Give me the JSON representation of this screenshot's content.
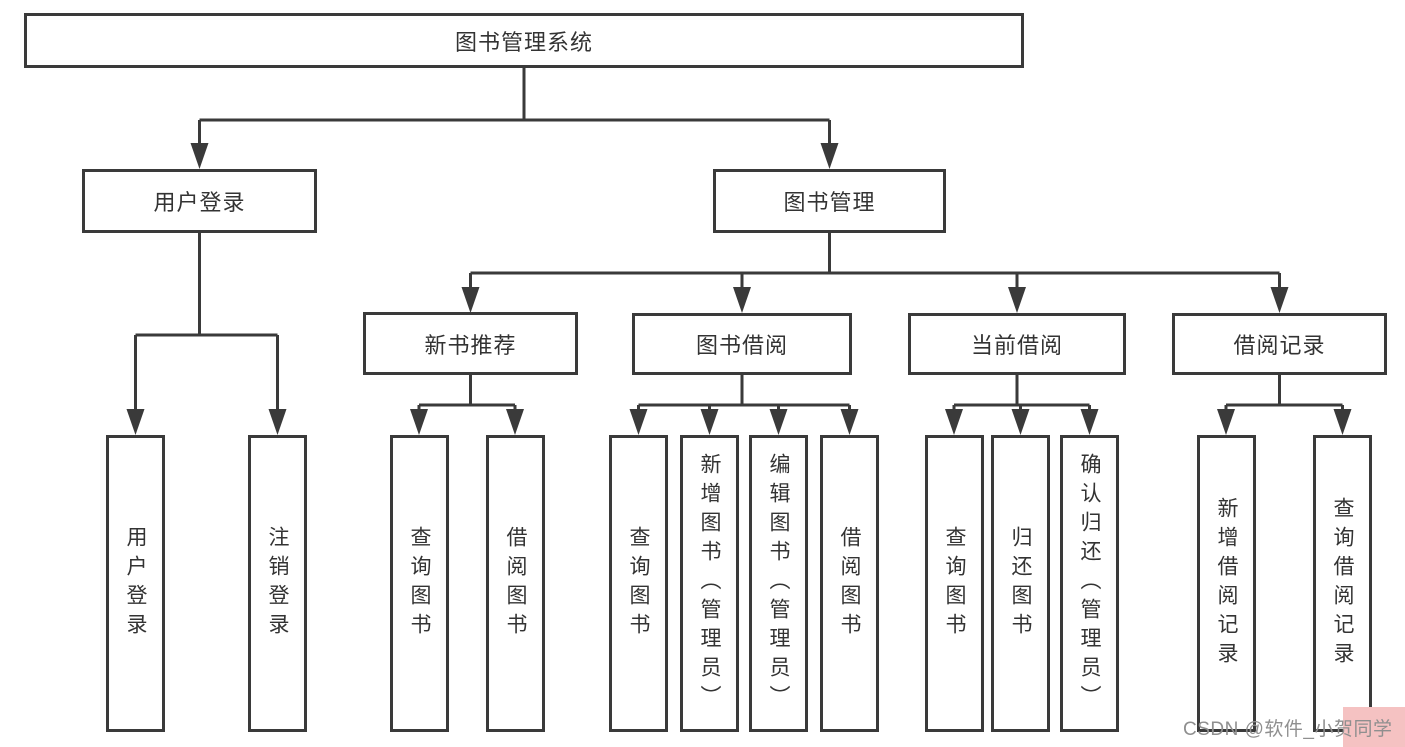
{
  "diagram": {
    "root": {
      "label": "图书管理系统"
    },
    "level2": [
      {
        "label": "用户登录"
      },
      {
        "label": "图书管理"
      }
    ],
    "level3": [
      {
        "label": "新书推荐"
      },
      {
        "label": "图书借阅"
      },
      {
        "label": "当前借阅"
      },
      {
        "label": "借阅记录"
      }
    ],
    "leaves": {
      "user_login": [
        "用户登录",
        "注销登录"
      ],
      "new_book": [
        "查询图书",
        "借阅图书"
      ],
      "book_borrow": [
        "查询图书",
        "新增图书（管理员）",
        "编辑图书（管理员）",
        "借阅图书"
      ],
      "current_borrow": [
        "查询图书",
        "归还图书",
        "确认归还（管理员）"
      ],
      "borrow_record": [
        "新增借阅记录",
        "查询借阅记录"
      ]
    }
  },
  "watermark": {
    "text": "CSDN @软件_小贺同学"
  },
  "colors": {
    "line": "#3a3a3a",
    "box_border": "#3a3a3a",
    "text": "#333333",
    "watermark_text": "#8f8f8f",
    "watermark_pink": "#f5c2c2",
    "background": "#ffffff"
  }
}
